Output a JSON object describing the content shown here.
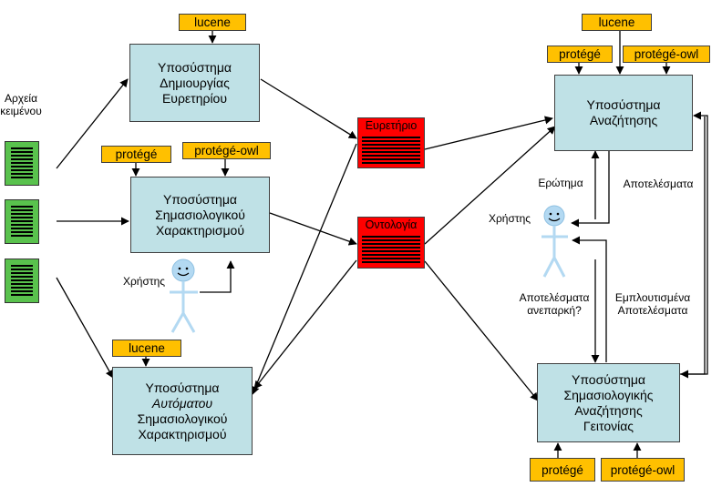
{
  "inputs": {
    "label_line1": "Αρχεία",
    "label_line2": "κειμένου"
  },
  "tags": {
    "lucene": "lucene",
    "protege": "protégé",
    "protege_owl": "protégé-owl"
  },
  "subsystems": {
    "index_creation": [
      "Υποσύστημα",
      "Δημιουργίας",
      "Ευρετηρίου"
    ],
    "semantic": [
      "Υποσύστημα",
      "Σημασιολογικού",
      "Χαρακτηρισμού"
    ],
    "auto_semantic": [
      "Υποσύστημα",
      "Αυτόματου",
      "Σημασιολογικού",
      "Χαρακτηρισμού"
    ],
    "search": [
      "Υποσύστημα",
      "Αναζήτησης"
    ],
    "neighborhood": [
      "Υποσύστημα",
      "Σημασιολογικής",
      "Αναζήτησης",
      "Γειτονίας"
    ]
  },
  "stores": {
    "index": "Ευρετήριο",
    "ontology": "Οντολογία"
  },
  "labels": {
    "user": "Χρήστης",
    "query": "Ερώτημα",
    "results": "Αποτελέσματα",
    "insufficient_line1": "Αποτελέσματα",
    "insufficient_line2": "ανεπαρκή?",
    "enriched_line1": "Εμπλουτισμένα",
    "enriched_line2": "Αποτελέσματα"
  },
  "colors": {
    "subsystem_fill": "#bfe1e6",
    "tag_fill": "#ffc000",
    "store_fill": "#ff0000",
    "document_fill": "#59c24d",
    "stick_figure": "#b3d9f2"
  }
}
